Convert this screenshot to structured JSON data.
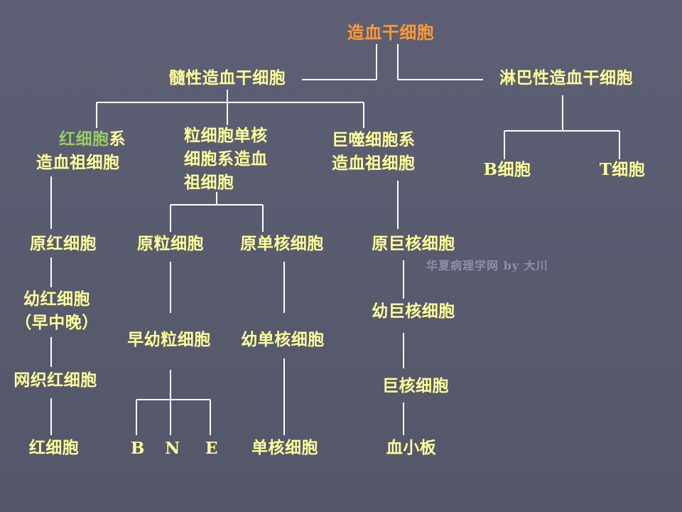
{
  "colors": {
    "background": "#585a6e",
    "text": "#ffff99",
    "root": "#ff9933",
    "green": "#99cc66",
    "connector": "#ffffff",
    "watermark": "#8d8fa4"
  },
  "tree": {
    "root": "造血干细胞",
    "myeloid_stem": "髓性造血干细胞",
    "lymphoid_stem": "淋巴性造血干细胞",
    "erythroid_progenitor": {
      "line1_green": "红细胞",
      "line1_rest": "系",
      "line2": "造血祖细胞"
    },
    "gm_progenitor": [
      "粒细胞单核",
      "细胞系造血",
      "祖细胞"
    ],
    "mega_progenitor": [
      "巨噬细胞系",
      "造血祖细胞"
    ],
    "b_cell": "B细胞",
    "t_cell": "T细胞",
    "proerythroblast": "原红细胞",
    "myeloblast": "原粒细胞",
    "monoblast": "原单核细胞",
    "megakaryoblast": "原巨核细胞",
    "normoblast": [
      "幼红细胞",
      "（早中晚）"
    ],
    "promyelocyte": "早幼粒细胞",
    "promonocyte": "幼单核细胞",
    "promegakaryocyte": "幼巨核细胞",
    "reticulocyte": "网织红细胞",
    "megakaryocyte": "巨核细胞",
    "erythrocyte": "红细胞",
    "basophil": "B",
    "neutrophil": "N",
    "eosinophil": "E",
    "monocyte": "单核细胞",
    "platelet": "血小板"
  },
  "watermark": "华夏病理学网 by 大川"
}
